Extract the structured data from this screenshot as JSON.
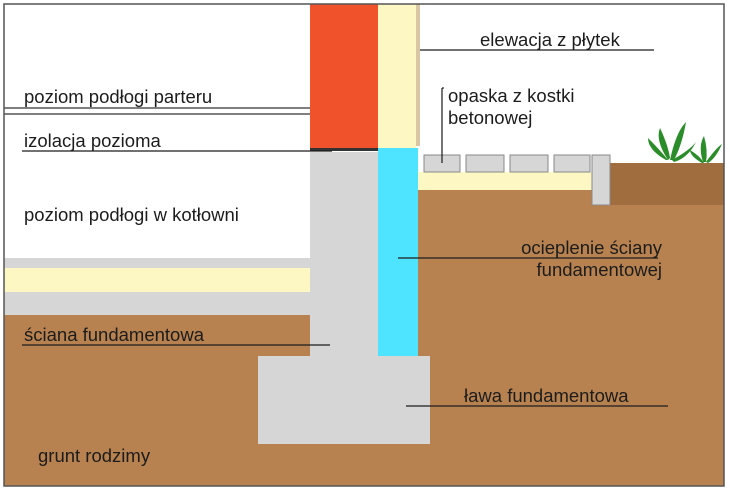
{
  "labels": {
    "floor_ground": "poziom podłogi parteru",
    "horizontal_insulation": "izolacja pozioma",
    "floor_boiler": "poziom podłogi w kotłowni",
    "foundation_wall": "ściana fundamentowa",
    "native_soil": "grunt rodzimy",
    "tile_elevation": "elewacja z płytek",
    "paving_line1": "opaska z kostki",
    "paving_line2": "betonowej",
    "insulation_line1": "ocieplenie ściany",
    "insulation_line2": "fundamentowej",
    "footing": "ława fundamentowa"
  },
  "colors": {
    "soil": "#b78250",
    "brick": "#f0532b",
    "concrete": "#d6d6d6",
    "insulation": "#4ee4ff",
    "sand": "#fdf7c4",
    "topsoil": "#a06d3f",
    "plant": "#2a8d2a",
    "line": "#1c1c1c"
  },
  "icons": [
    "plant-icon"
  ]
}
